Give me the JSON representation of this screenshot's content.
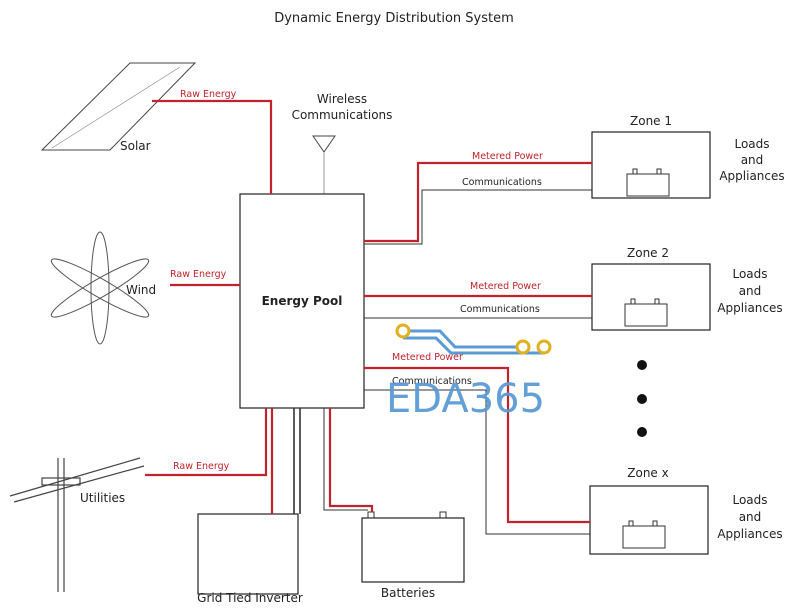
{
  "title": "Dynamic Energy Distribution System",
  "sources": {
    "solar": "Solar",
    "wind": "Wind",
    "utilities": "Utilities"
  },
  "raw_energy_label": "Raw Energy",
  "wireless": {
    "line1": "Wireless",
    "line2": "Communications"
  },
  "pool": "Energy Pool",
  "metered_power_label": "Metered Power",
  "communications_label": "Communications",
  "zones": [
    {
      "name": "Zone 1",
      "loads": [
        "Loads",
        "and",
        "Appliances"
      ]
    },
    {
      "name": "Zone 2",
      "loads": [
        "Loads",
        "and",
        "Appliances"
      ]
    },
    {
      "name": "Zone x",
      "loads": [
        "Loads",
        "and",
        "Appliances"
      ]
    }
  ],
  "grid_tied_inverter": "Grid Tied Inverter",
  "batteries": "Batteries",
  "watermark": "EDA365",
  "colors": {
    "power": "#c0232b",
    "comm": "#333333",
    "watermark": "#5b9bd5"
  }
}
